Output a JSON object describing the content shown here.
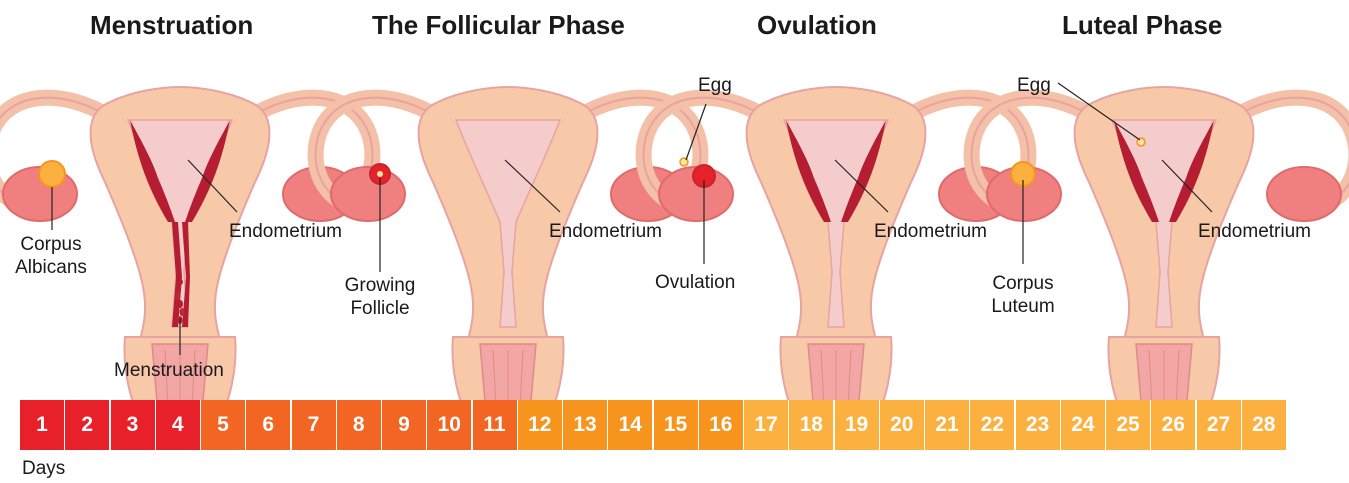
{
  "phases": [
    {
      "title": "Menstruation"
    },
    {
      "title": "The Follicular Phase"
    },
    {
      "title": "Ovulation"
    },
    {
      "title": "Luteal Phase"
    }
  ],
  "labels": {
    "p1_ovary": "Corpus\nAlbicans",
    "p1_endometrium": "Endometrium",
    "p1_bleed": "Menstruation",
    "p2_ovary": "Growing\nFollicle",
    "p2_endometrium": "Endometrium",
    "p3_egg": "Egg",
    "p3_ovary": "Ovulation",
    "p3_endometrium": "Endometrium",
    "p4_egg": "Egg",
    "p4_ovary": "Corpus\nLuteum",
    "p4_endometrium": "Endometrium"
  },
  "days": {
    "label": "Days",
    "items": [
      "1",
      "2",
      "3",
      "4",
      "5",
      "6",
      "7",
      "8",
      "9",
      "10",
      "11",
      "12",
      "13",
      "14",
      "15",
      "16",
      "17",
      "18",
      "19",
      "20",
      "21",
      "22",
      "23",
      "24",
      "25",
      "26",
      "27",
      "28"
    ],
    "colors": {
      "menstruation": "#e8202a",
      "follicular": "#f26522",
      "ovulation": "#f7941d",
      "luteal": "#fbb040"
    },
    "ranges": {
      "menstruation": [
        1,
        4
      ],
      "follicular": [
        5,
        11
      ],
      "ovulation": [
        12,
        16
      ],
      "luteal": [
        17,
        28
      ]
    }
  },
  "colors": {
    "tissue": "#f8c9a8",
    "tissue_shadow": "#eaa98a",
    "outline": "#e8a3a0",
    "lining": "#f5cccc",
    "lining_dark": "#b51e32",
    "ovary": "#f08080",
    "corpus": "#fbb040",
    "follicle": "#e8202a"
  }
}
